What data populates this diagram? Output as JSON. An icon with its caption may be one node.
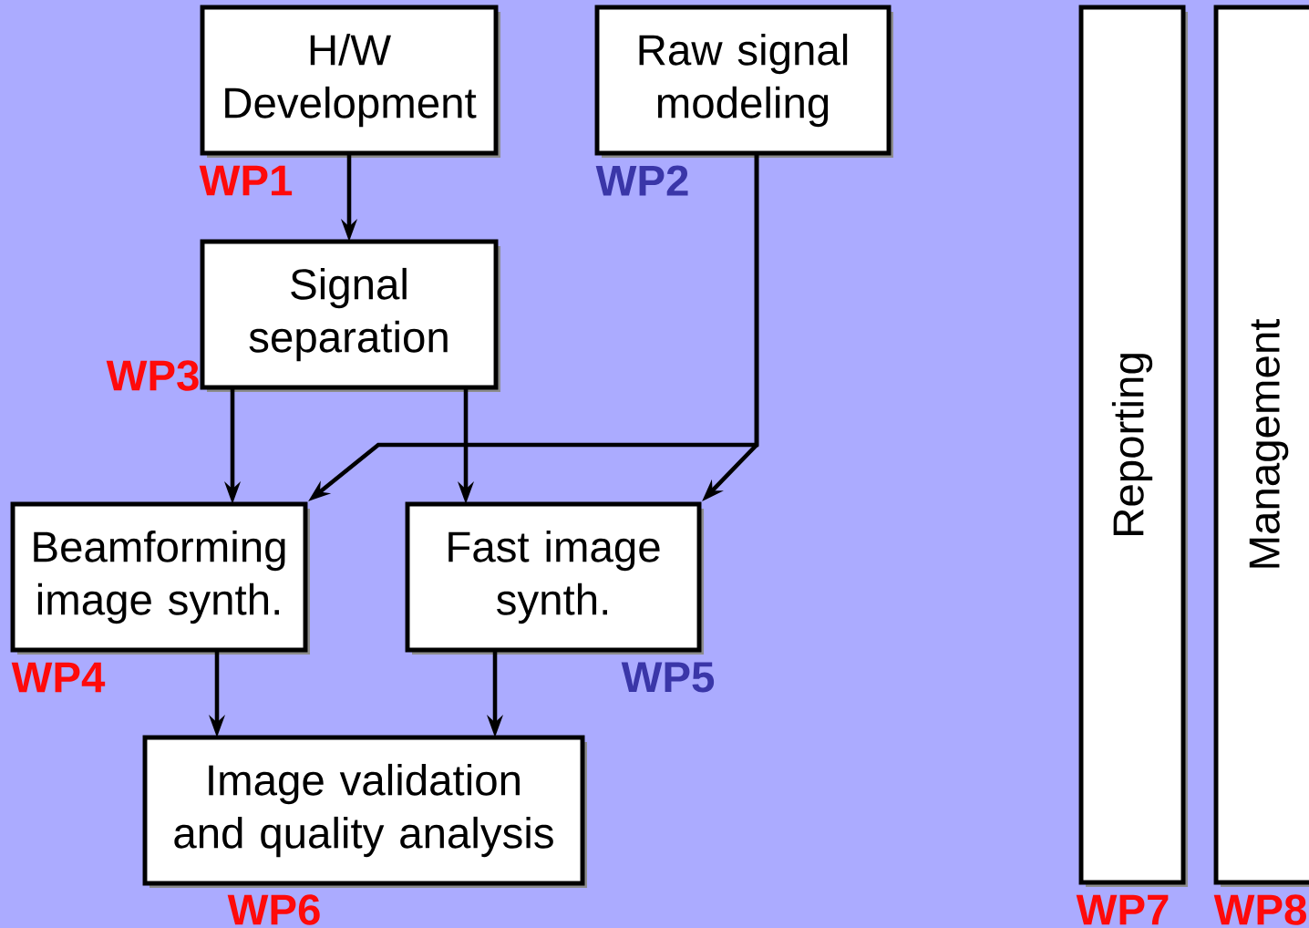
{
  "diagram": {
    "nodes": [
      {
        "text": [
          "H/W Development"
        ],
        "beside": [
          "WP1"
        ]
      },
      {
        "text": [
          "Raw signal modeling"
        ],
        "beside": [
          "WP2"
        ]
      },
      {
        "text": [
          "Signal separation"
        ],
        "beside": [
          "WP3"
        ]
      },
      {
        "text": [
          "Beamforming image synth."
        ],
        "beside": [
          "WP4"
        ]
      },
      {
        "text": [
          "Fast image synth."
        ],
        "beside": [
          "WP5"
        ]
      },
      {
        "text": [
          "Image validation and quality analysis"
        ],
        "beside": [
          "WP6"
        ]
      },
      {
        "text": [
          "Reporting"
        ],
        "beside": [
          "WP7"
        ]
      },
      {
        "text": [
          "Management"
        ],
        "beside": [
          "WP8"
        ]
      }
    ],
    "edges": [
      {
        "from": 0,
        "to": 2,
        "arrow": "to"
      },
      {
        "from": 2,
        "to": 3,
        "arrow": "to"
      },
      {
        "from": 2,
        "to": 4,
        "arrow": "to"
      },
      {
        "from": 1,
        "to": 3,
        "arrow": "to"
      },
      {
        "from": 1,
        "to": 4,
        "arrow": "to"
      },
      {
        "from": 3,
        "to": 5,
        "arrow": "to"
      },
      {
        "from": 4,
        "to": 5,
        "arrow": "to"
      }
    ]
  }
}
